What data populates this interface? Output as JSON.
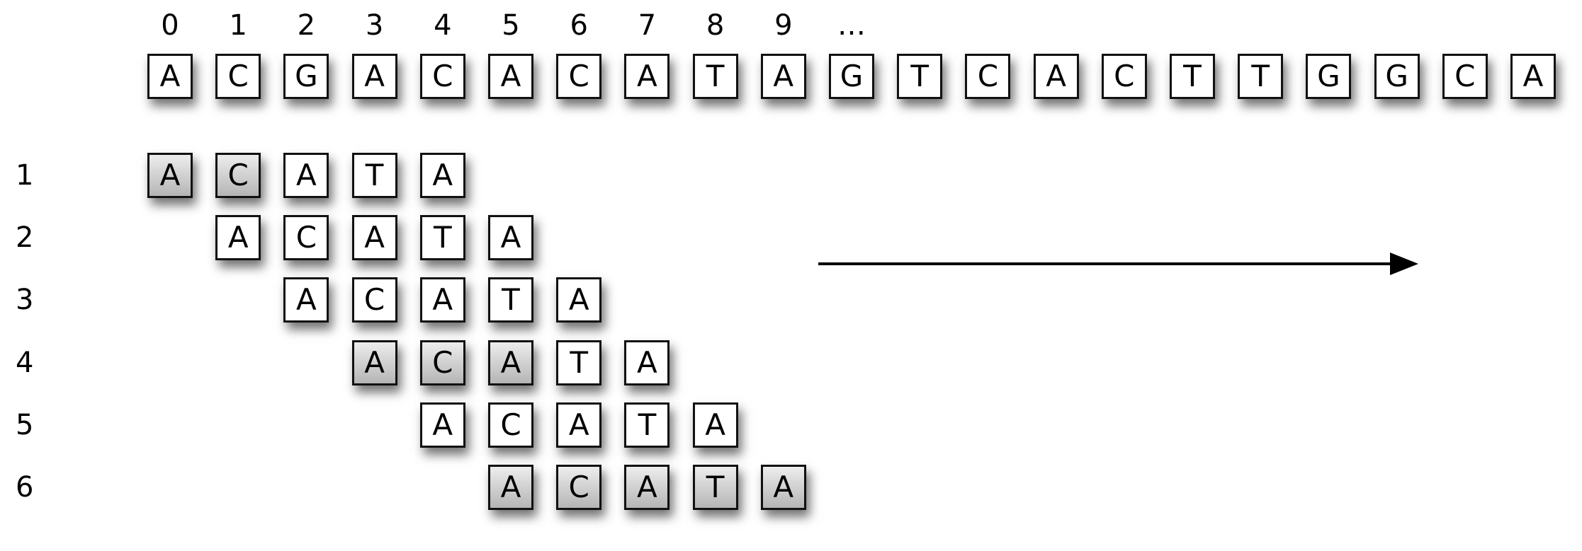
{
  "diagram": {
    "index_labels": [
      "0",
      "1",
      "2",
      "3",
      "4",
      "5",
      "6",
      "7",
      "8",
      "9",
      "…"
    ],
    "text": [
      "A",
      "C",
      "G",
      "A",
      "C",
      "A",
      "C",
      "A",
      "T",
      "A",
      "G",
      "T",
      "C",
      "A",
      "C",
      "T",
      "T",
      "G",
      "G",
      "C",
      "A"
    ],
    "pattern": [
      "A",
      "C",
      "A",
      "T",
      "A"
    ],
    "alignments": [
      {
        "label": "1",
        "offset": 0,
        "matched": [
          true,
          true,
          false,
          false,
          false
        ]
      },
      {
        "label": "2",
        "offset": 1,
        "matched": [
          false,
          false,
          false,
          false,
          false
        ]
      },
      {
        "label": "3",
        "offset": 2,
        "matched": [
          false,
          false,
          false,
          false,
          false
        ]
      },
      {
        "label": "4",
        "offset": 3,
        "matched": [
          true,
          true,
          true,
          false,
          false
        ]
      },
      {
        "label": "5",
        "offset": 4,
        "matched": [
          false,
          false,
          false,
          false,
          false
        ]
      },
      {
        "label": "6",
        "offset": 5,
        "matched": [
          true,
          true,
          true,
          true,
          true
        ]
      }
    ]
  }
}
